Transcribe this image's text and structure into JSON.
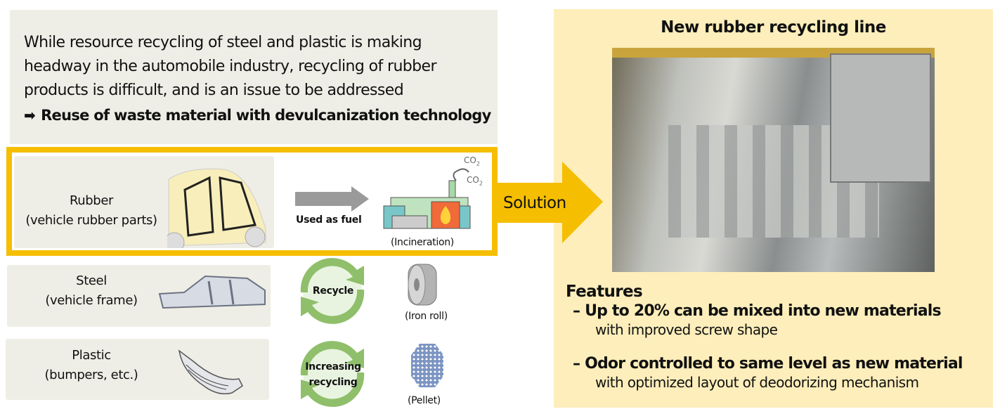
{
  "intro": {
    "text": "While resource recycling of steel and plastic is making headway in the automobile industry, recycling of rubber products is difficult, and is an issue to be addressed",
    "arrow_icon": "heavy-right-arrow",
    "conclusion": "Reuse of waste material with devulcanization technology"
  },
  "rubber": {
    "title": "Rubber",
    "subtitle": "(vehicle rubber parts)",
    "arrow_label": "Used as fuel",
    "result": "(Incineration)",
    "co2_a": "CO2",
    "co2_b": "CO2"
  },
  "steel": {
    "title": "Steel",
    "subtitle": "(vehicle frame)",
    "cycle_label": "Recycle",
    "result": "(Iron roll)"
  },
  "plastic": {
    "title": "Plastic",
    "subtitle": "(bumpers, etc.)",
    "cycle_label_1": "Increasing",
    "cycle_label_2": "recycling",
    "result": "(Pellet)"
  },
  "solution": {
    "label": "Solution"
  },
  "right": {
    "title": "New rubber recycling line",
    "features_heading": "Features",
    "features": [
      {
        "dash": "–",
        "title": "Up to 20% can be mixed into new materials",
        "detail": "with improved screw shape"
      },
      {
        "dash": "–",
        "title": "Odor controlled to same level as new material",
        "detail": "with optimized layout of deodorizing mechanism"
      }
    ]
  },
  "colors": {
    "accent_yellow": "#f5be00",
    "panel_beige": "#efeee6",
    "right_panel": "#fdeebb",
    "cycle_green": "#8fbf6a"
  }
}
